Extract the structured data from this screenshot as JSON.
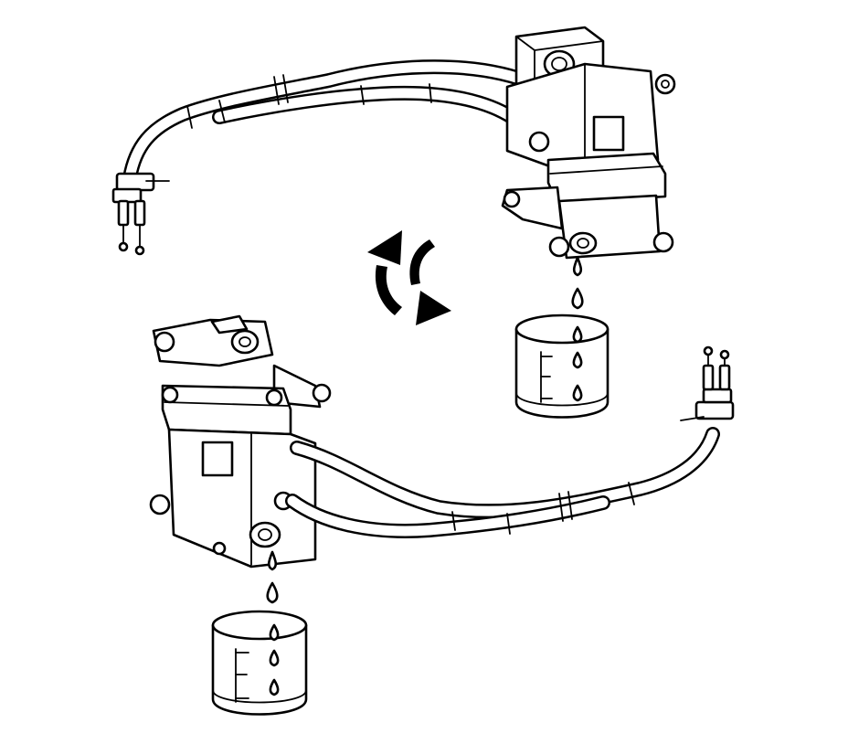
{
  "figure": {
    "description_visible_text": "",
    "line_color": "#000000",
    "background_color": "#ffffff"
  },
  "parts": {
    "upper_assembly": {
      "orientation": "upright"
    },
    "lower_assembly": {
      "orientation": "inverted"
    },
    "rotate_arrows": {
      "icon": "rotate-arrows-icon"
    },
    "containers": {
      "count": 2,
      "icon": "measuring-cup-icon"
    }
  }
}
